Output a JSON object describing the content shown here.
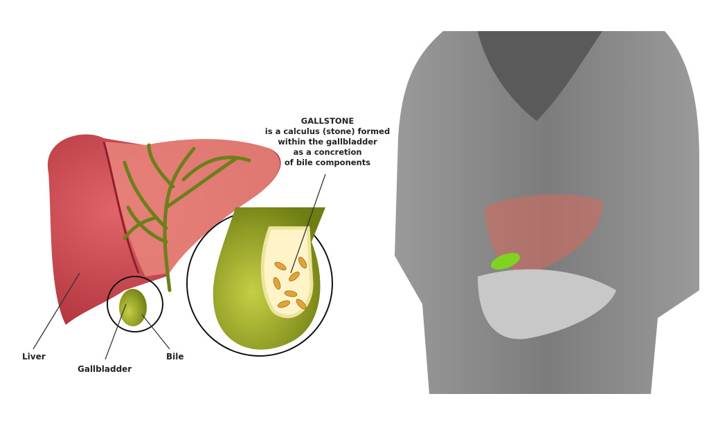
{
  "callout": {
    "title": "GALLSTONE",
    "lines": [
      "is a calculus (stone) formed",
      "within the gallbladder",
      "as a concretion",
      "of bile components"
    ]
  },
  "labels": {
    "liver": "Liver",
    "gallbladder": "Gallbladder",
    "bile": "Bile"
  },
  "colors": {
    "liver": "#c9434a",
    "gallbladder": "#8fa624",
    "bile": "#6b7f1a",
    "stones": "#e0a43a"
  }
}
